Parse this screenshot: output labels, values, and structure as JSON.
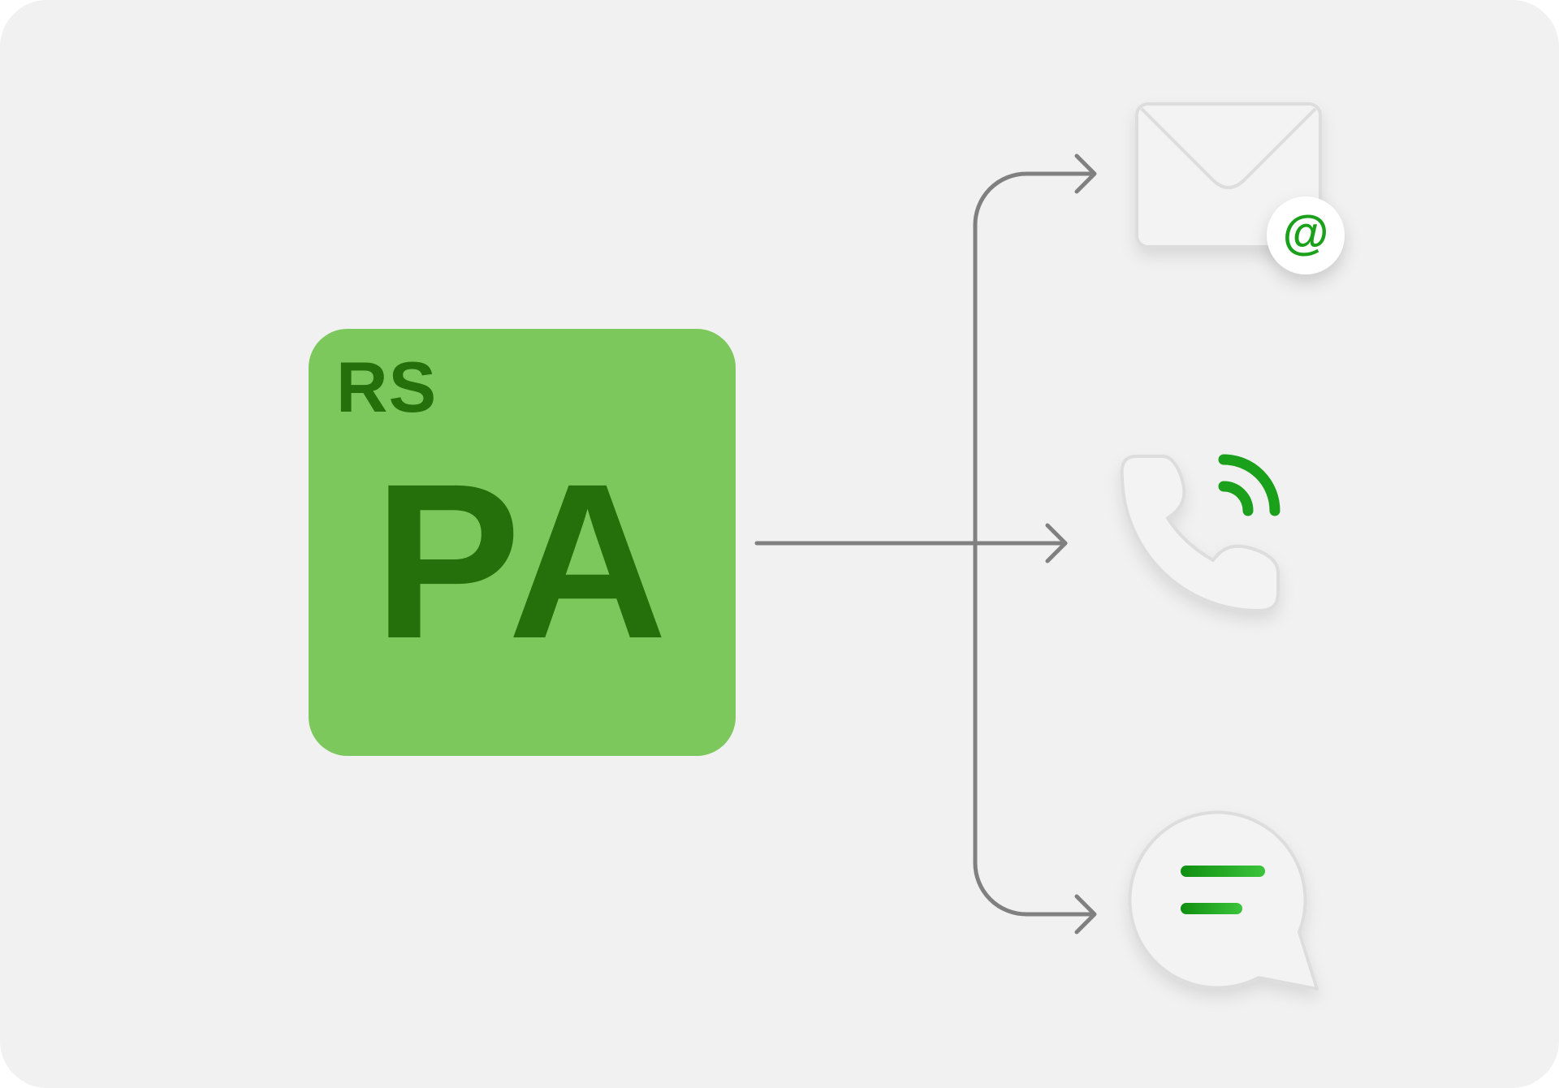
{
  "product": {
    "badge": "RS",
    "name": "PA"
  },
  "channels": [
    {
      "id": "email",
      "icon": "email-envelope-icon",
      "badge_icon": "at-sign-icon",
      "badge_text": "@"
    },
    {
      "id": "phone",
      "icon": "phone-call-icon"
    },
    {
      "id": "message",
      "icon": "chat-bubble-icon"
    }
  ],
  "colors": {
    "background": "#f1f1f1",
    "tile": "#7cc85c",
    "tile_text": "#25700a",
    "accent": "#1aa01a",
    "connector": "#808080",
    "icon_outline": "#dddddd",
    "icon_fill": "#f3f3f3"
  }
}
